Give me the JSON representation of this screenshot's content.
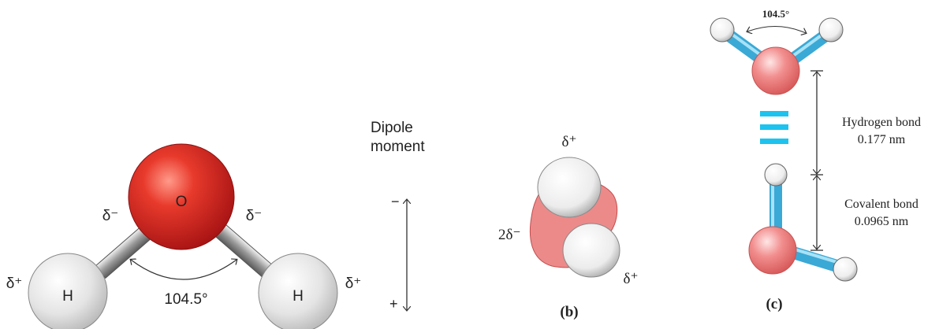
{
  "panel_a": {
    "oxygen_label": "O",
    "hydrogen_left_label": "H",
    "hydrogen_right_label": "H",
    "delta_minus_left": "δ⁻",
    "delta_minus_right": "δ⁻",
    "delta_plus_left": "δ⁺",
    "delta_plus_right": "δ⁺",
    "angle_label": "104.5°"
  },
  "dipole": {
    "title_line1": "Dipole",
    "title_line2": "moment",
    "minus_sign": "−",
    "plus_sign": "+"
  },
  "panel_b": {
    "delta_plus_top": "δ⁺",
    "delta_plus_bottom": "δ⁺",
    "two_delta_minus": "2δ⁻",
    "caption": "(b)"
  },
  "panel_c": {
    "angle_label": "104.5°",
    "hydrogen_bond_line1": "Hydrogen bond",
    "hydrogen_bond_line2": "0.177 nm",
    "covalent_bond_line1": "Covalent bond",
    "covalent_bond_line2": "0.0965 nm",
    "caption": "(c)"
  },
  "colors": {
    "oxygen_red": "#d42020",
    "oxygen_pink": "#f08c8c",
    "bond_blue": "#34b8e0",
    "hydrogen_white": "#f4f4f4"
  }
}
